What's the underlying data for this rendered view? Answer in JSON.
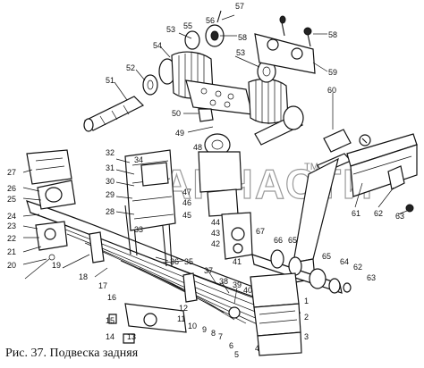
{
  "caption": "Рис. 37. Подвеска задняя",
  "watermark": "ЗАПЧАСТИ",
  "watermark_mark": "TM",
  "callouts": {
    "c1": "1",
    "c2": "2",
    "c3": "3",
    "c4": "4",
    "c5": "5",
    "c6": "6",
    "c7": "7",
    "c8": "8",
    "c9": "9",
    "c10": "10",
    "c11": "11",
    "c12": "12",
    "c13": "13",
    "c14": "14",
    "c15": "15",
    "c16": "16",
    "c17": "17",
    "c18": "18",
    "c19": "19",
    "c20": "20",
    "c21": "21",
    "c22": "22",
    "c23": "23",
    "c24": "24",
    "c25": "25",
    "c26": "26",
    "c27": "27",
    "c28": "28",
    "c29": "29",
    "c30": "30",
    "c31": "31",
    "c32": "32",
    "c33": "33",
    "c34": "34",
    "c35": "35",
    "c36": "36",
    "c37": "37",
    "c38": "38",
    "c39": "39",
    "c40": "40",
    "c41": "41",
    "c42": "42",
    "c43": "43",
    "c44": "44",
    "c45": "45",
    "c46": "46",
    "c47": "47",
    "c48": "48",
    "c49": "49",
    "c50": "50",
    "c51": "51",
    "c52": "52",
    "c53": "53",
    "c54": "54",
    "c55": "55",
    "c56": "56",
    "c57": "57",
    "c58": "58",
    "c59": "59",
    "c60": "60",
    "c61": "61",
    "c62": "62",
    "c63": "63",
    "c64": "64",
    "c65": "65",
    "c66": "66",
    "c67": "67"
  }
}
